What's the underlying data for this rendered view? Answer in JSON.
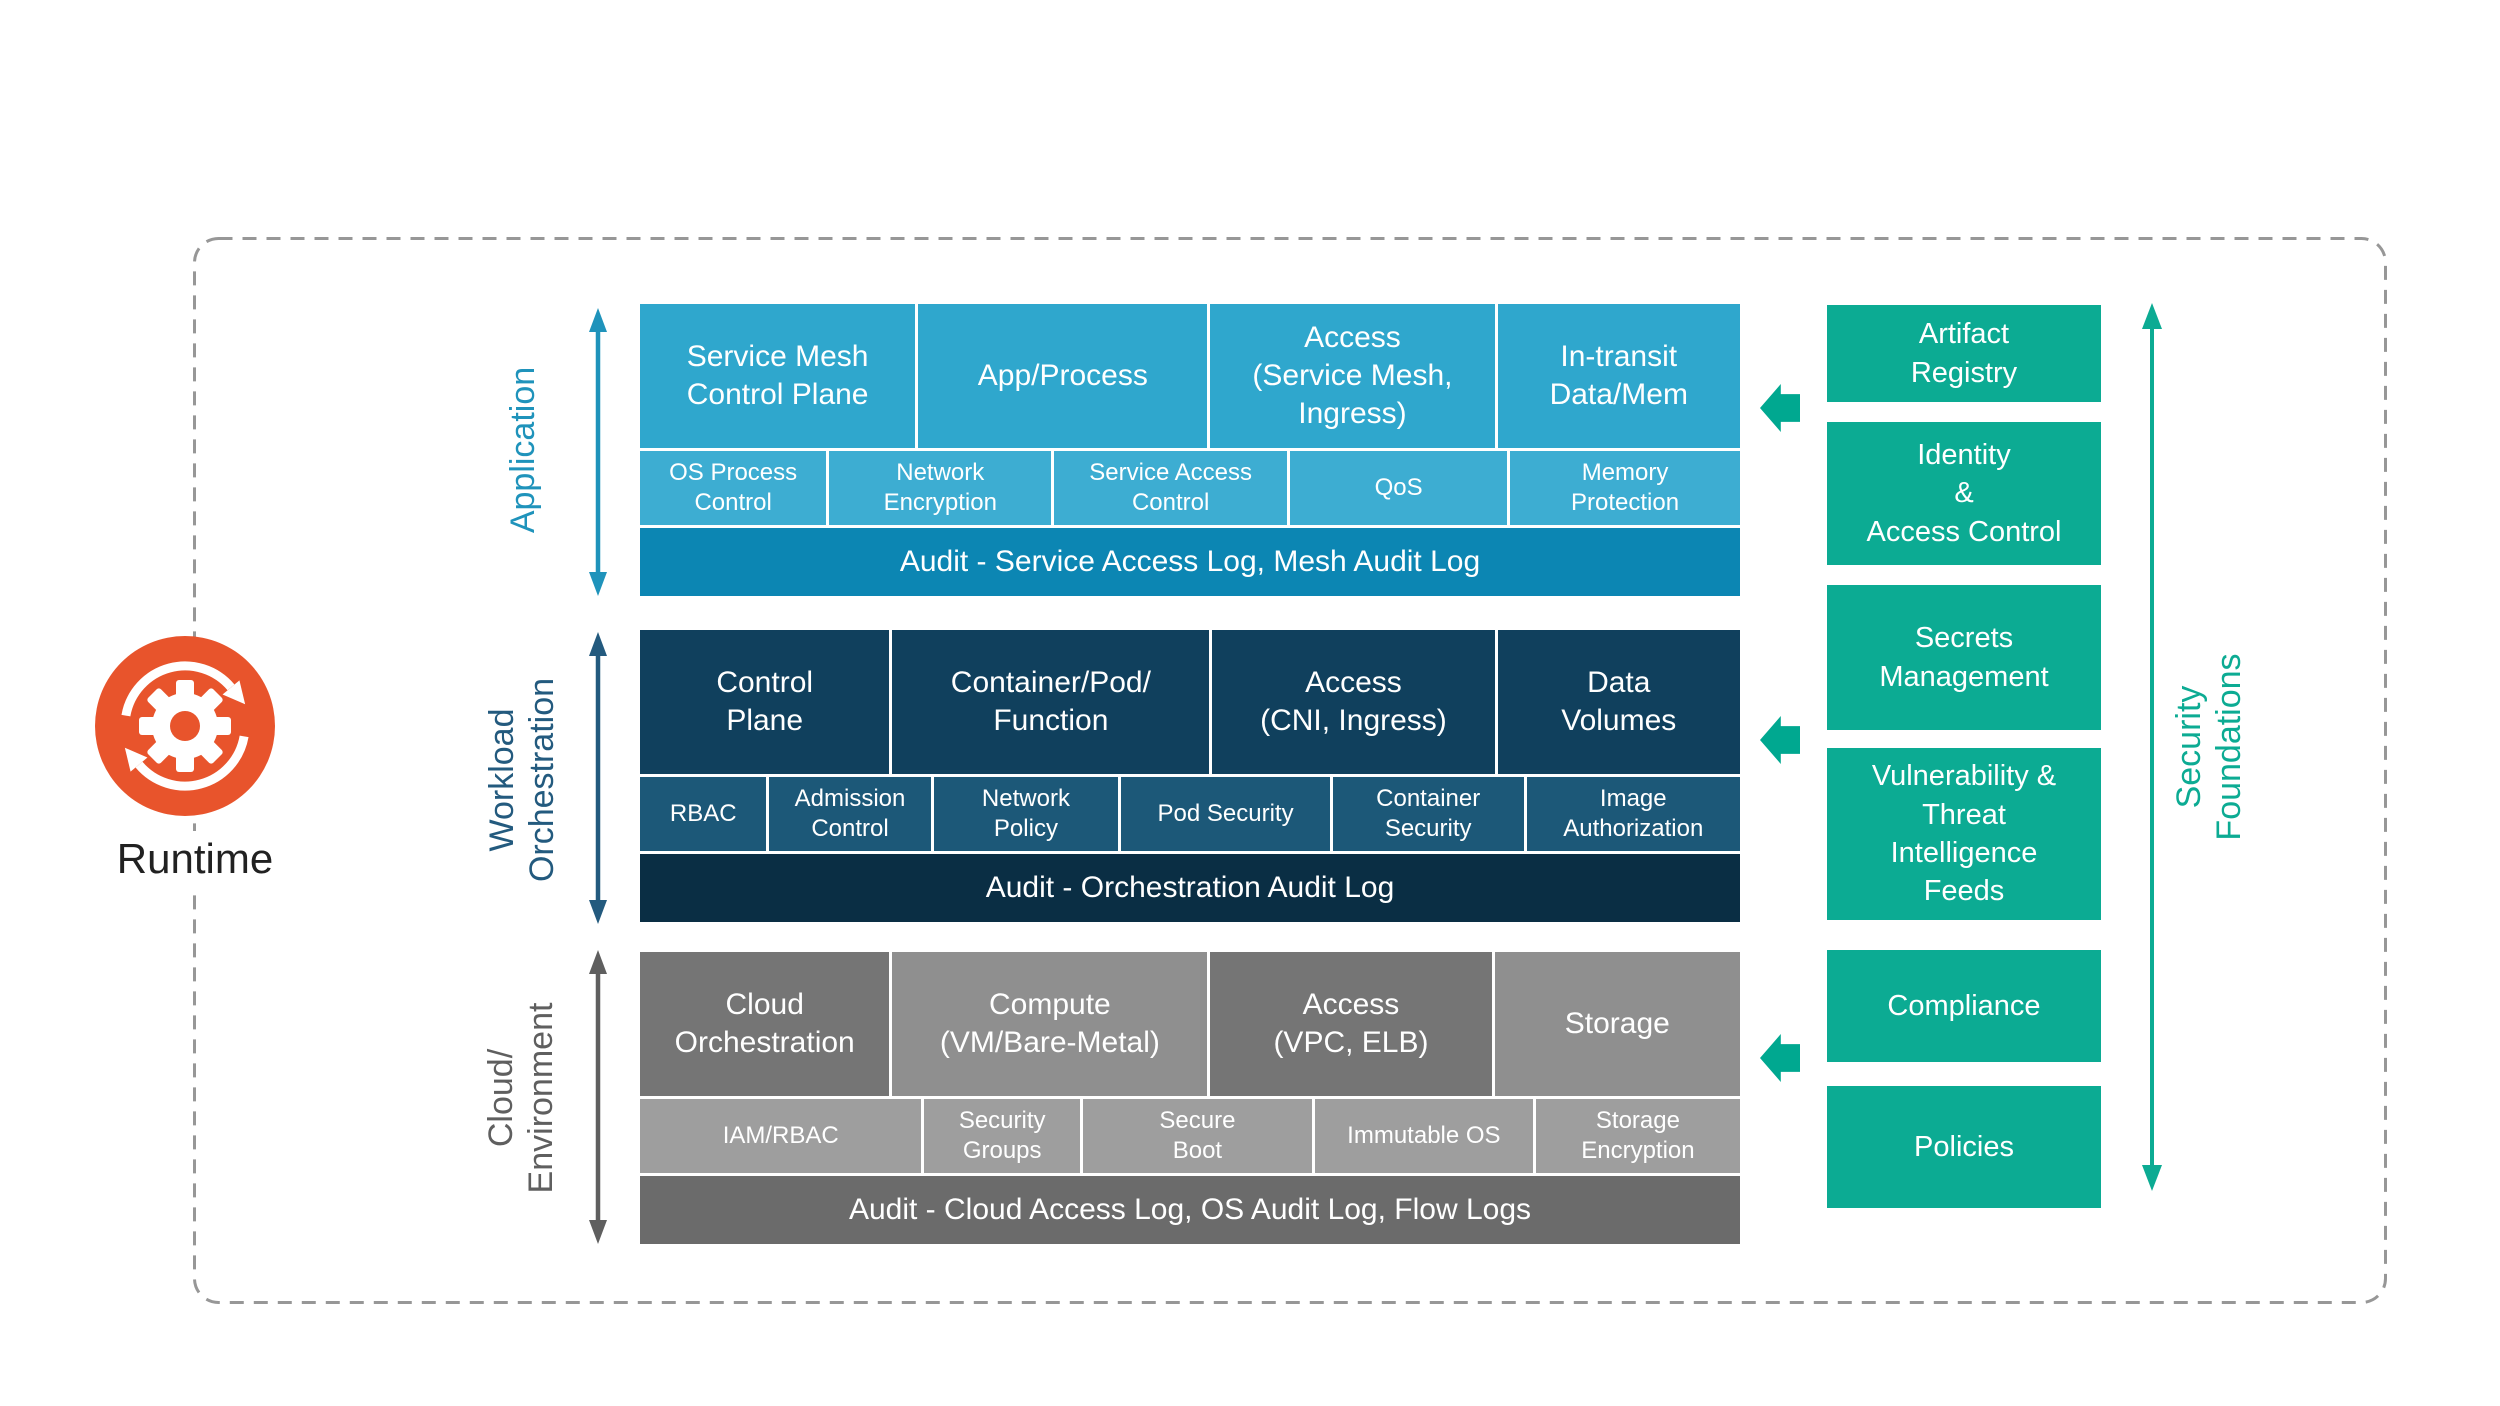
{
  "runtime": {
    "label": "Runtime",
    "icon": "runtime-sync-gear-icon",
    "color": "#e8542c"
  },
  "left_axes": [
    {
      "id": "application",
      "label": "Application",
      "color": "#1f93bb"
    },
    {
      "id": "workload-orchestration",
      "label": "Workload\nOrchestration",
      "color": "#235a7e"
    },
    {
      "id": "cloud-environment",
      "label": "Cloud/\nEnvironment",
      "color": "#5f5f5f"
    }
  ],
  "layers": [
    {
      "id": "application",
      "main_blocks": [
        {
          "label": "Service Mesh\nControl Plane"
        },
        {
          "label": "App/Process"
        },
        {
          "label": "Access\n(Service Mesh,\nIngress)"
        },
        {
          "label": "In-transit\nData/Mem"
        }
      ],
      "controls": [
        {
          "label": "OS Process\nControl"
        },
        {
          "label": "Network\nEncryption"
        },
        {
          "label": "Service Access\nControl"
        },
        {
          "label": "QoS"
        },
        {
          "label": "Memory\nProtection"
        }
      ],
      "audit_label": "Audit - Service Access Log, Mesh Audit Log",
      "colors": {
        "main": "#2fa7cd",
        "controls": "#3dadd2",
        "audit": "#0c86b3"
      }
    },
    {
      "id": "workload-orchestration",
      "main_blocks": [
        {
          "label": "Control\nPlane"
        },
        {
          "label": "Container/Pod/\nFunction"
        },
        {
          "label": "Access\n(CNI, Ingress)"
        },
        {
          "label": "Data\nVolumes"
        }
      ],
      "controls": [
        {
          "label": "RBAC"
        },
        {
          "label": "Admission\nControl"
        },
        {
          "label": "Network\nPolicy"
        },
        {
          "label": "Pod Security"
        },
        {
          "label": "Container\nSecurity"
        },
        {
          "label": "Image\nAuthorization"
        }
      ],
      "audit_label": "Audit - Orchestration Audit Log",
      "colors": {
        "main": "#10405d",
        "controls": "#1c5878",
        "audit": "#0a2e44"
      }
    },
    {
      "id": "cloud-environment",
      "main_blocks": [
        {
          "label": "Cloud\nOrchestration"
        },
        {
          "label": "Compute\n(VM/Bare-Metal)"
        },
        {
          "label": "Access\n(VPC, ELB)"
        },
        {
          "label": "Storage"
        }
      ],
      "controls": [
        {
          "label": "IAM/RBAC"
        },
        {
          "label": "Security\nGroups"
        },
        {
          "label": "Secure\nBoot"
        },
        {
          "label": "Immutable OS"
        },
        {
          "label": "Storage\nEncryption"
        }
      ],
      "audit_label": "Audit - Cloud Access Log, OS Audit Log, Flow Logs",
      "colors": {
        "main_dark": "#757575",
        "main_light": "#8f8f8f",
        "controls": "#9e9e9e",
        "audit": "#6b6b6b"
      }
    }
  ],
  "foundations": {
    "axis_label": "Security Foundations",
    "color": "#0cab93",
    "arrow_color": "#00a890",
    "items": [
      {
        "label": "Artifact\nRegistry"
      },
      {
        "label": "Identity\n&\nAccess Control"
      },
      {
        "label": "Secrets\nManagement"
      },
      {
        "label": "Vulnerability &\nThreat\nIntelligence\nFeeds"
      },
      {
        "label": "Compliance"
      },
      {
        "label": "Policies"
      }
    ]
  }
}
